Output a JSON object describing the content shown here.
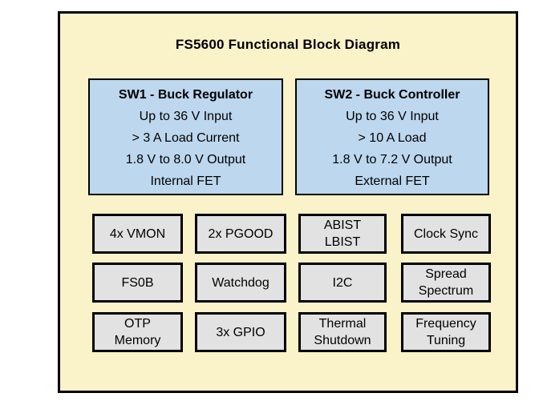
{
  "title": "FS5600 Functional Block Diagram",
  "colors": {
    "page_background": "#FFFFFF",
    "frame_fill": "#FAF2C9",
    "regulator_fill": "#BDD7EE",
    "feature_fill": "#E2E2E2",
    "border": "#000000",
    "text": "#000000"
  },
  "regulators": [
    {
      "title": "SW1 - Buck Regulator",
      "lines": [
        "Up to 36 V Input",
        "> 3 A Load Current",
        "1.8 V to 8.0 V Output",
        "Internal FET"
      ]
    },
    {
      "title": "SW2 - Buck Controller",
      "lines": [
        "Up to 36 V Input",
        "> 10 A Load",
        "1.8 V to 7.2 V Output",
        "External FET"
      ]
    }
  ],
  "feature_grid": {
    "rows": [
      {
        "cells": [
          {
            "label": "4x VMON"
          },
          {
            "label": "2x PGOOD"
          },
          {
            "label": "ABIST\nLBIST"
          },
          {
            "label": "Clock Sync"
          }
        ]
      },
      {
        "cells": [
          {
            "label": "FS0B"
          },
          {
            "label": "Watchdog"
          },
          {
            "label": "I2C"
          },
          {
            "label": "Spread\nSpectrum"
          }
        ]
      },
      {
        "cells": [
          {
            "label": "OTP\nMemory"
          },
          {
            "label": "3x GPIO"
          },
          {
            "label": "Thermal\nShutdown"
          },
          {
            "label": "Frequency\nTuning"
          }
        ]
      }
    ]
  }
}
